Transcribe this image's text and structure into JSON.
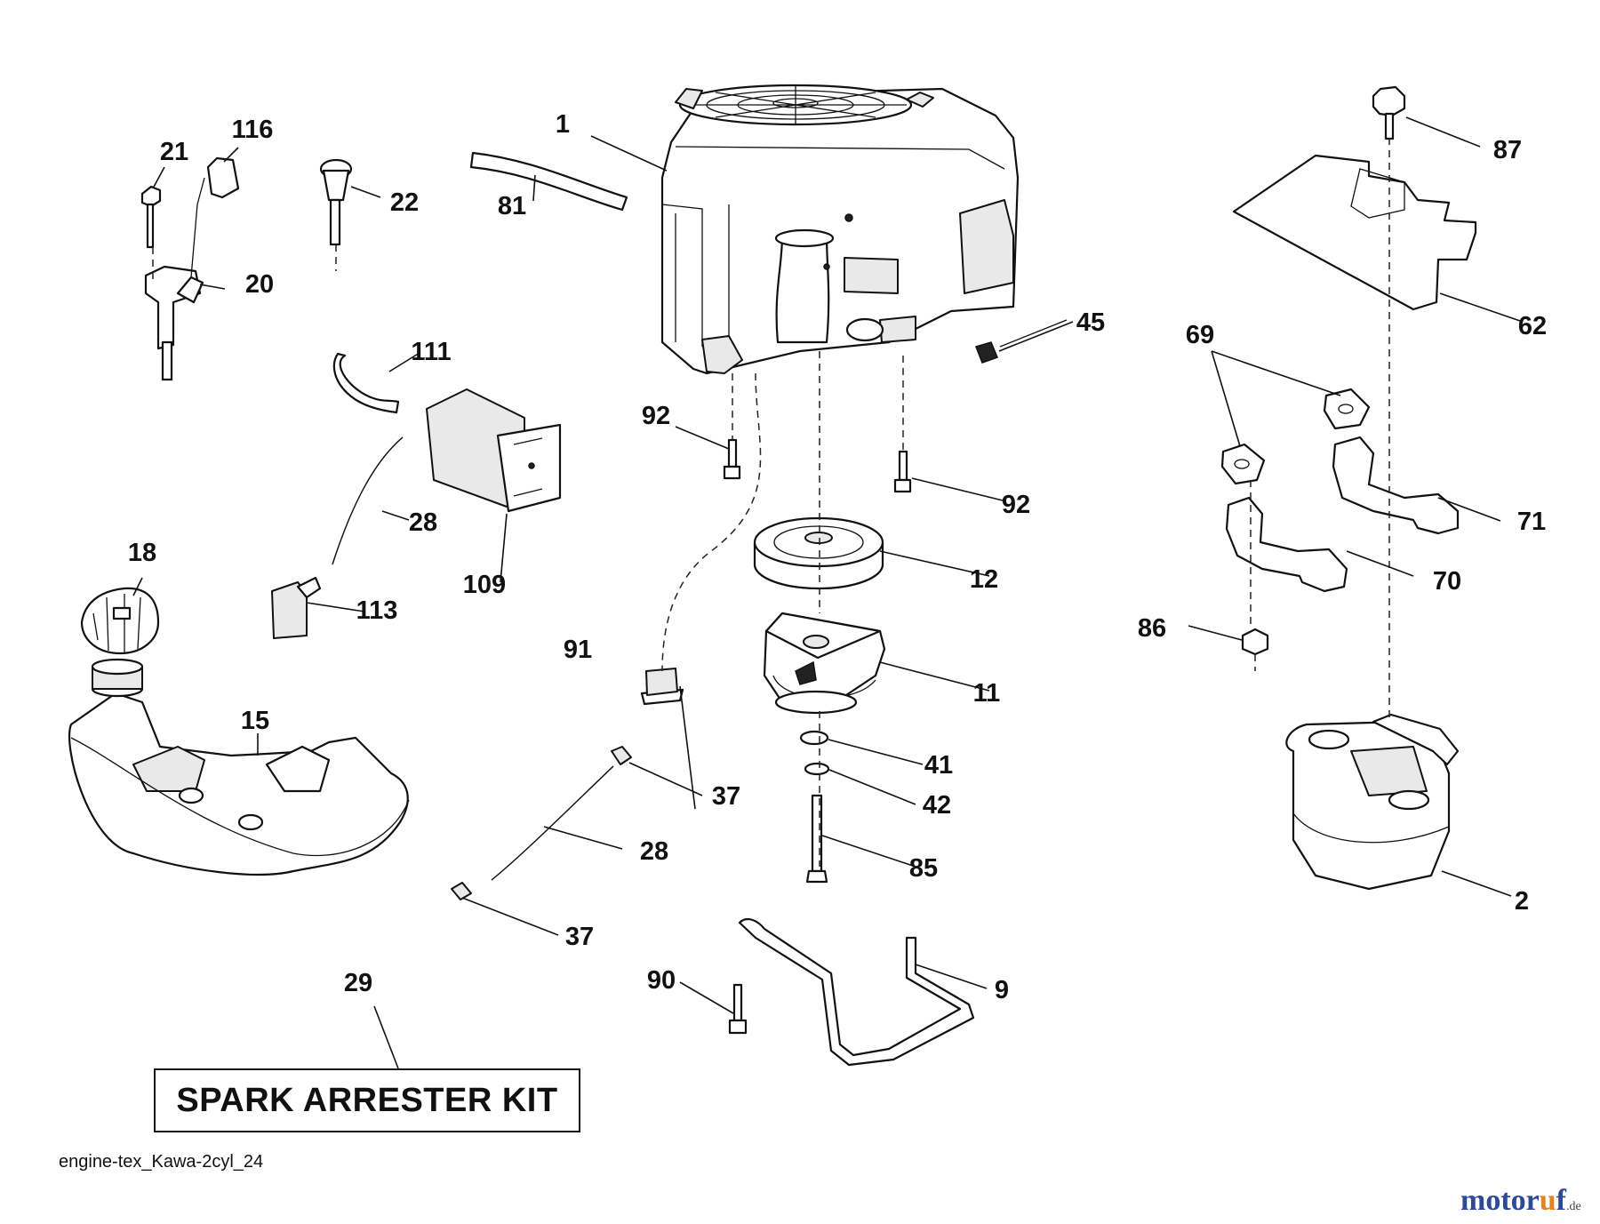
{
  "diagram": {
    "id_text": "engine-tex_Kawa-2cyl_24",
    "kit_label": "SPARK ARRESTER KIT",
    "watermark": {
      "brand_a": "motor",
      "brand_b": "u",
      "brand_c": "f",
      "tld": ".de"
    },
    "parts": [
      {
        "num": "1"
      },
      {
        "num": "2"
      },
      {
        "num": "9"
      },
      {
        "num": "11"
      },
      {
        "num": "12"
      },
      {
        "num": "15"
      },
      {
        "num": "18"
      },
      {
        "num": "20"
      },
      {
        "num": "21"
      },
      {
        "num": "22"
      },
      {
        "num": "28"
      },
      {
        "num": "28"
      },
      {
        "num": "29"
      },
      {
        "num": "37"
      },
      {
        "num": "37"
      },
      {
        "num": "41"
      },
      {
        "num": "42"
      },
      {
        "num": "45"
      },
      {
        "num": "62"
      },
      {
        "num": "69"
      },
      {
        "num": "70"
      },
      {
        "num": "71"
      },
      {
        "num": "81"
      },
      {
        "num": "85"
      },
      {
        "num": "86"
      },
      {
        "num": "87"
      },
      {
        "num": "90"
      },
      {
        "num": "91"
      },
      {
        "num": "92"
      },
      {
        "num": "92"
      },
      {
        "num": "109"
      },
      {
        "num": "111"
      },
      {
        "num": "113"
      },
      {
        "num": "116"
      }
    ]
  }
}
